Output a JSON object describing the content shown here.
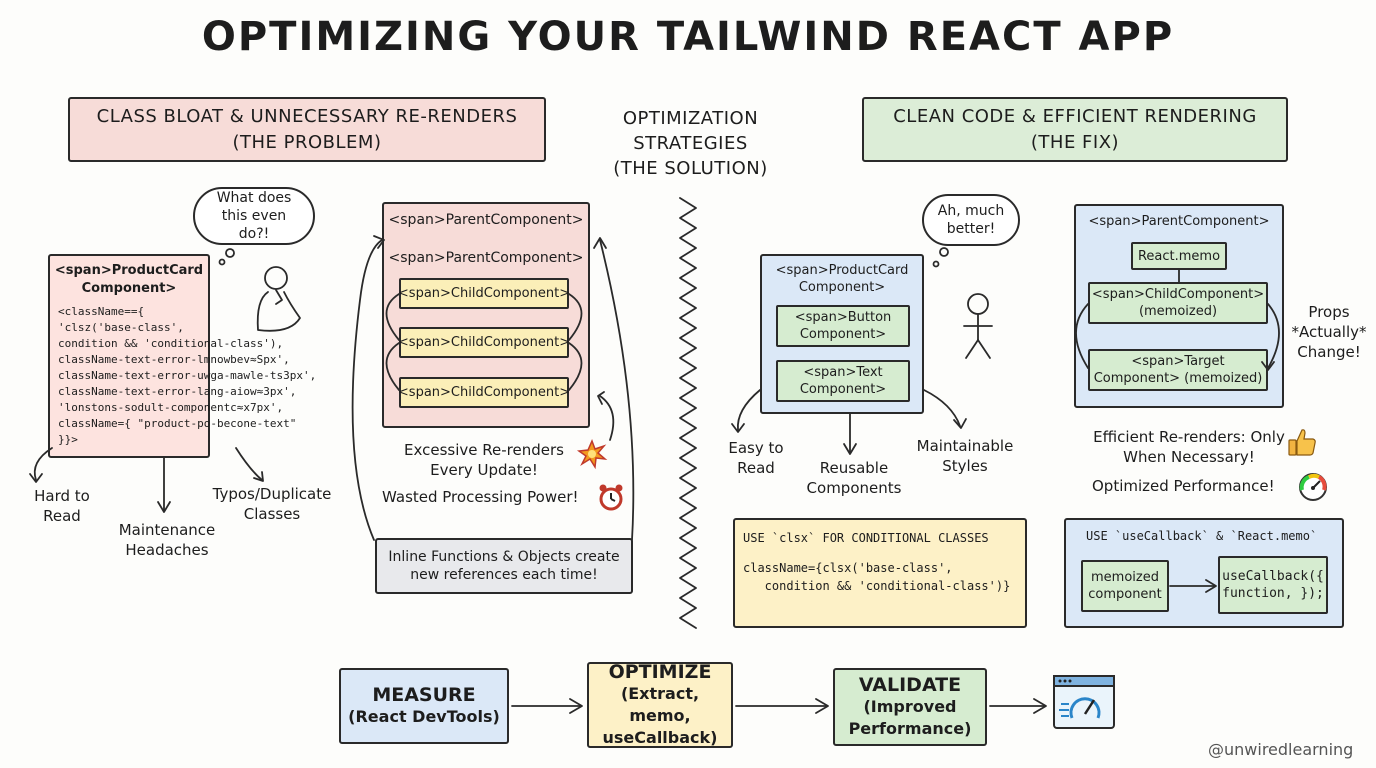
{
  "title": "OPTIMIZING YOUR TAILWIND REACT APP",
  "problem_header": {
    "line1": "CLASS BLOAT & UNNECESSARY RE-RENDERS",
    "line2": "(THE PROBLEM)"
  },
  "strategies_header": {
    "line1": "OPTIMIZATION",
    "line2": "STRATEGIES",
    "line3": "(THE SOLUTION)"
  },
  "fix_header": {
    "line1": "CLEAN CODE & EFFICIENT RENDERING",
    "line2": "(THE FIX)"
  },
  "problem": {
    "thought": "What does this even do?!",
    "card_title": "<span>ProductCard Component>",
    "code_lines": [
      "<className=={",
      "'clsz('base-class',",
      "condition && 'conditional-class'),",
      "className-text-error-lmnowbev≈Spx',",
      "className-text-error-uwga-mawle-ts3px',",
      "className-text-error-lang-aiow≈3px',",
      "'lonstons-sodult-componentc≈x7px',",
      "className={ \"product-po-becone-text\"",
      "}}>"
    ],
    "label_hard": "Hard to Read",
    "label_maint": "Maintenance Headaches",
    "label_typos": "Typos/Duplicate Classes",
    "parent1": "<span>ParentComponent>",
    "parent2": "<span>ParentComponent>",
    "child1": "<span>ChildComponent>",
    "child2": "<span>ChildComponent>",
    "child3": "<span>ChildComponent>",
    "excessive": "Excessive Re-renders Every Update!",
    "wasted": "Wasted Processing Power!",
    "inline_note": "Inline Functions & Objects create new references each time!"
  },
  "fix": {
    "thought": "Ah, much better!",
    "card_title": "<span>ProductCard Component>",
    "button_comp": "<span>Button Component>",
    "text_comp": "<span>Text Component>",
    "label_easy": "Easy to Read",
    "label_reusable": "Reusable Components",
    "label_maintainable": "Maintainable Styles",
    "parent": "<span>ParentComponent>",
    "react_memo": "React.memo",
    "child_memo": "<span>ChildComponent> (memoized)",
    "target_memo": "<span>Target Component> (memoized)",
    "props_note": "Props *Actually* Change!",
    "efficient": "Efficient Re-renders: Only When Necessary!",
    "optimized": "Optimized Performance!",
    "clsx_title": "USE `clsx` FOR CONDITIONAL CLASSES",
    "clsx_code1": "className={clsx('base-class',",
    "clsx_code2": "   condition && 'conditional-class')}",
    "cb_title": "USE `useCallback` & `React.memo`",
    "memo_box": "memoized component",
    "cb_code": "useCallback({ function, });"
  },
  "flow": {
    "measure_title": "MEASURE",
    "measure_sub": "(React DevTools)",
    "optimize_title": "OPTIMIZE",
    "optimize_sub": "(Extract, memo, useCallback)",
    "validate_title": "VALIDATE",
    "validate_sub": "(Improved Performance)"
  },
  "credit": "@unwiredlearning",
  "colors": {
    "problem_bg": "#f7dcd8",
    "fix_bg": "#dcedd7",
    "code_bg": "#fde3df",
    "fix_card_bg": "#dbe8f7",
    "child_bg": "#fbefb8",
    "green_box": "#d6ecd0",
    "yellow_box": "#fdf1c7",
    "gray_box": "#e8e9ec"
  },
  "icons": [
    "thinking-person-icon",
    "explosion-icon",
    "alarm-clock-icon",
    "happy-stick-figure-icon",
    "thumbs-up-icon",
    "speedometer-icon",
    "dashboard-window-icon"
  ]
}
